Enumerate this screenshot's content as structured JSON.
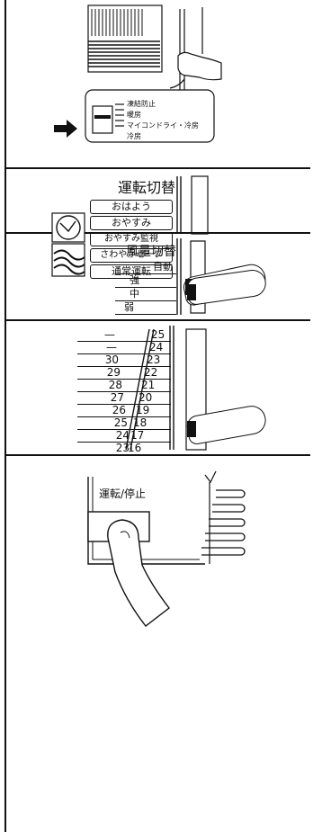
{
  "panel1": {
    "labels": [
      "凍結防止",
      "暖房",
      "マイコンドライ・冷房",
      "冷房"
    ]
  },
  "panel2": {
    "title": "運転切替",
    "modes": [
      "おはよう",
      "おやすみ",
      "おやすみ監視",
      "さわやかセーブ",
      "通常運転"
    ]
  },
  "panel3": {
    "title": "風量切替",
    "levels": [
      "自動",
      "強",
      "中",
      "弱"
    ]
  },
  "panel4": {
    "left_values": [
      "—",
      "—",
      "30",
      "29",
      "28",
      "27",
      "26",
      "25",
      "24",
      "23"
    ],
    "right_values": [
      "25",
      "24",
      "23",
      "22",
      "21",
      "20",
      "19",
      "18",
      "17",
      "16"
    ]
  },
  "panel5": {
    "button_label": "運転/停止"
  },
  "icons": {
    "arrow": "right-arrow-icon",
    "clock": "clock-icon",
    "wave": "wave-icon",
    "hand": "hand-icon"
  }
}
